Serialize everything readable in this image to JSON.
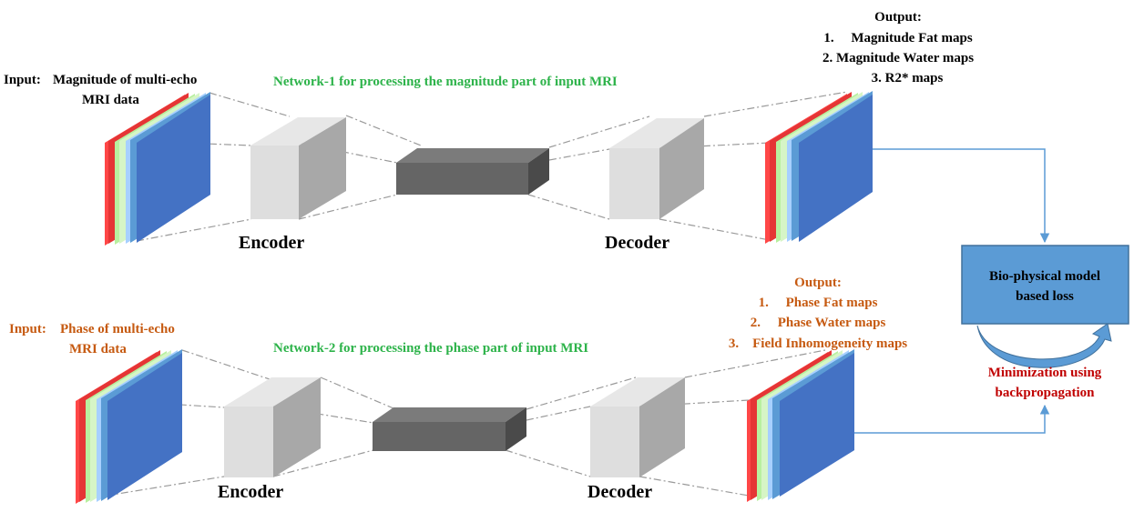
{
  "network1": {
    "input_label": "Input:",
    "input_line1": "Magnitude of multi-echo",
    "input_line2": "MRI data",
    "title": "Network-1 for processing the magnitude part of input MRI",
    "encoder": "Encoder",
    "decoder": "Decoder",
    "output_title": "Output:",
    "outputs": [
      "1.     Magnitude Fat maps",
      "2. Magnitude Water maps",
      "3. R2* maps"
    ]
  },
  "network2": {
    "input_label": "Input:",
    "input_line1": "Phase of multi-echo",
    "input_line2": "MRI data",
    "title": "Network-2 for processing the phase part of input MRI",
    "encoder": "Encoder",
    "decoder": "Decoder",
    "output_title": "Output:",
    "outputs": [
      "1.     Phase Fat maps",
      "2.     Phase Water maps",
      "3.    Field Inhomogeneity maps"
    ]
  },
  "loss_box": {
    "line1": "Bio-physical model",
    "line2": "based loss"
  },
  "minimization": {
    "line1": "Minimization using",
    "line2": "backpropagation"
  },
  "colors": {
    "green_text": "#2db34a",
    "orange_text": "#c65a11",
    "red_text": "#c00000",
    "loss_box_fill": "#5b9bd5",
    "arrow": "#5b9bd5"
  }
}
